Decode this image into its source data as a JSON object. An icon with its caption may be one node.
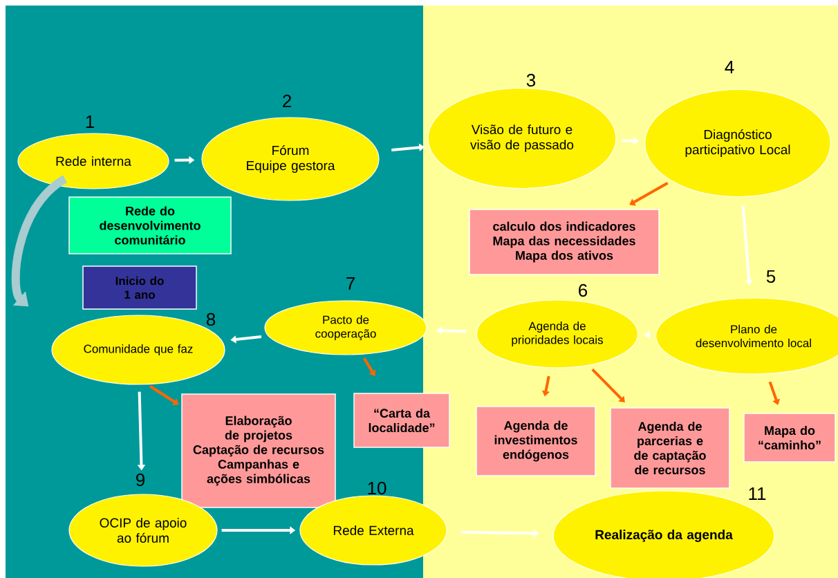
{
  "diagram": {
    "nodes": [
      {
        "text": [
          "Rede interna"
        ],
        "beside": [
          "1"
        ]
      },
      {
        "text": [
          "Fórum",
          "Equipe gestora"
        ],
        "beside": [
          "2"
        ]
      },
      {
        "text": [
          "Visão de futuro e visão de passado"
        ],
        "beside": [
          "3"
        ]
      },
      {
        "text": [
          "Diagnóstico participativo Local"
        ],
        "beside": [
          "4"
        ]
      },
      {
        "text": [
          "Rede do desenvolvimento comunitário"
        ]
      },
      {
        "text": [
          "calculo dos indicadores",
          "Mapa das necessidades",
          "Mapa dos ativos"
        ]
      },
      {
        "text": [
          "Inicio do 1 ano"
        ]
      },
      {
        "text": [
          "Pacto de cooperação"
        ],
        "beside": [
          "7"
        ]
      },
      {
        "text": [
          "Agenda de prioridades locais"
        ],
        "beside": [
          "6"
        ]
      },
      {
        "text": [
          "Plano de desenvolvimento local"
        ],
        "beside": [
          "5"
        ]
      },
      {
        "text": [
          "Comunidade que faz"
        ],
        "beside": [
          "8"
        ]
      },
      {
        "text": [
          "“Carta da localidade”"
        ]
      },
      {
        "text": [
          "Elaboração de projetos",
          "Captação de recursos",
          "Campanhas e ações simbólicas"
        ]
      },
      {
        "text": [
          "Agenda de investimentos endógenos"
        ]
      },
      {
        "text": [
          "Agenda de parcerias e de captação de recursos"
        ]
      },
      {
        "text": [
          "Mapa do “caminho”"
        ]
      },
      {
        "text": [
          "OCIP de apoio ao fórum"
        ],
        "beside": [
          "9"
        ]
      },
      {
        "text": [
          "Rede Externa"
        ],
        "beside": [
          "10"
        ]
      },
      {
        "text": [
          "Realização da agenda"
        ],
        "beside": [
          "11"
        ]
      }
    ],
    "edges": [
      {
        "from": 0,
        "to": 1,
        "arrow": "to"
      },
      {
        "from": 1,
        "to": 2,
        "arrow": "to"
      },
      {
        "from": 2,
        "to": 3,
        "arrow": "to"
      },
      {
        "from": 3,
        "to": 9,
        "arrow": "to"
      },
      {
        "from": 9,
        "to": 8,
        "arrow": "to"
      },
      {
        "from": 8,
        "to": 7,
        "arrow": "to"
      },
      {
        "from": 7,
        "to": 10,
        "arrow": "to"
      },
      {
        "from": 10,
        "to": 16,
        "arrow": "to"
      },
      {
        "from": 16,
        "to": 17,
        "arrow": "to"
      },
      {
        "from": 17,
        "to": 18,
        "arrow": "to"
      },
      {
        "from": 3,
        "to": 5,
        "arrow": "to",
        "color": "#ff6600"
      },
      {
        "from": 7,
        "to": 11,
        "arrow": "to",
        "color": "#ff6600"
      },
      {
        "from": 8,
        "to": 13,
        "arrow": "to",
        "color": "#ff6600"
      },
      {
        "from": 8,
        "to": 14,
        "arrow": "to",
        "color": "#ff6600"
      },
      {
        "from": 9,
        "to": 15,
        "arrow": "to",
        "color": "#ff6600"
      },
      {
        "from": 10,
        "to": 12,
        "arrow": "to",
        "color": "#ff6600"
      },
      {
        "from": 0,
        "to": 10,
        "arrow": "to",
        "style": "thick",
        "color": "#a8ccd0"
      }
    ]
  }
}
